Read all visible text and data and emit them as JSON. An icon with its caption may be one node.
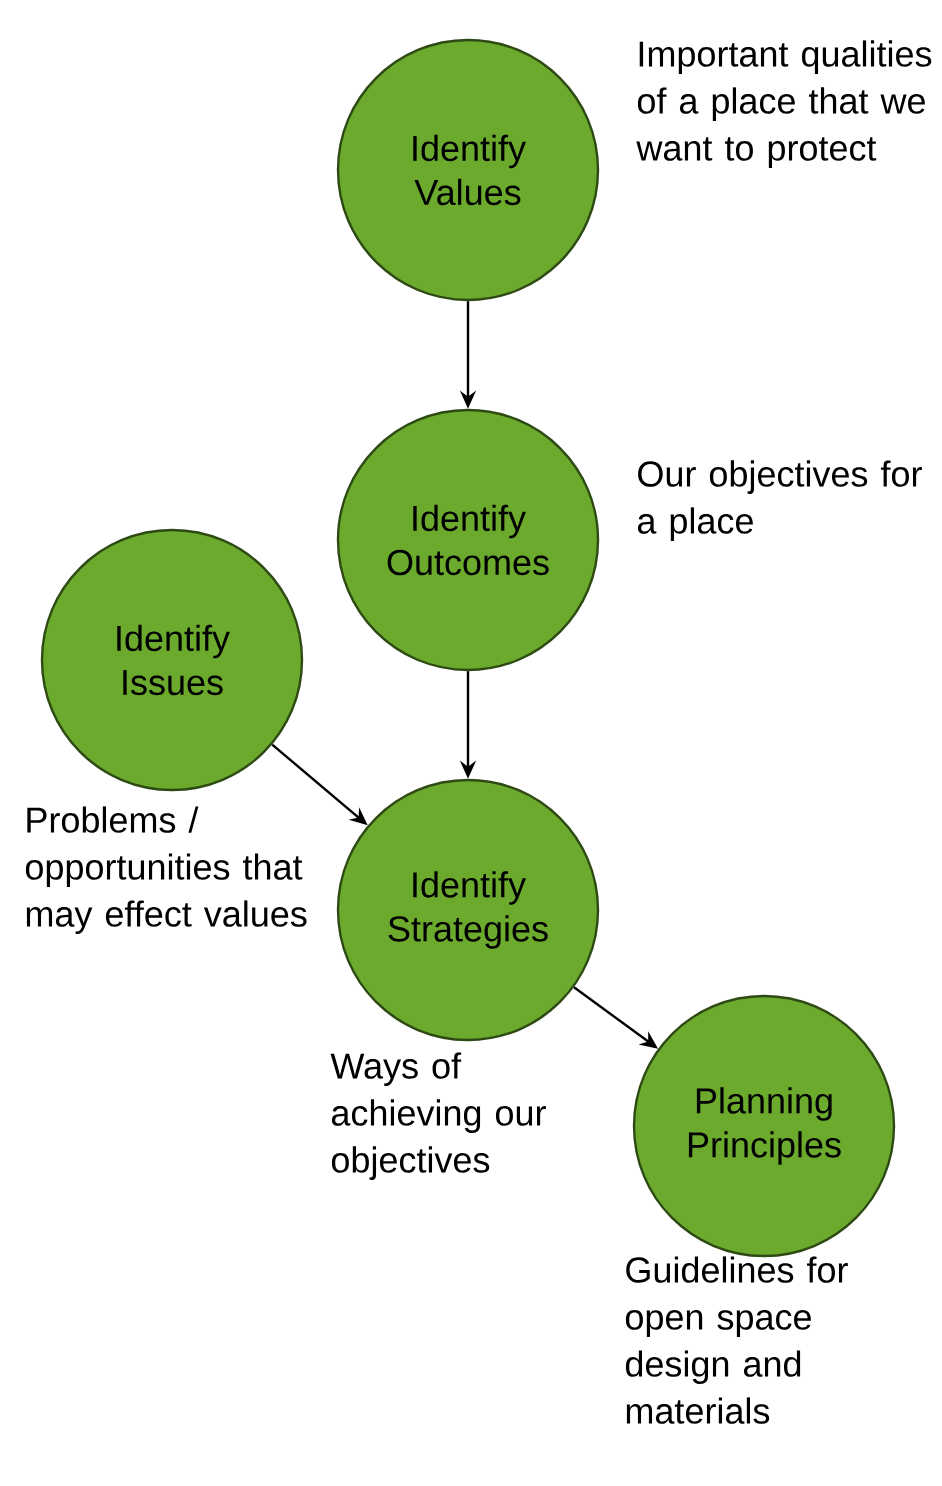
{
  "diagram": {
    "nodes": [
      {
        "text": [
          "Identify Values"
        ],
        "beside": [
          "Important qualities of a place that we want to protect"
        ]
      },
      {
        "text": [
          "Identify Outcomes"
        ],
        "beside": [
          "Our objectives for a place"
        ]
      },
      {
        "text": [
          "Identify Issues"
        ],
        "beside": [
          "Problems / opportunities that may effect values"
        ]
      },
      {
        "text": [
          "Identify Strategies"
        ],
        "beside": [
          "Ways of achieving our objectives"
        ]
      },
      {
        "text": [
          "Planning Principles"
        ],
        "beside": [
          "Guidelines for open space design and materials"
        ]
      }
    ],
    "edges": [
      {
        "from": 0,
        "to": 1,
        "arrow": "to"
      },
      {
        "from": 1,
        "to": 3,
        "arrow": "to"
      },
      {
        "from": 2,
        "to": 3,
        "arrow": "to"
      },
      {
        "from": 3,
        "to": 4,
        "arrow": "to"
      }
    ]
  }
}
